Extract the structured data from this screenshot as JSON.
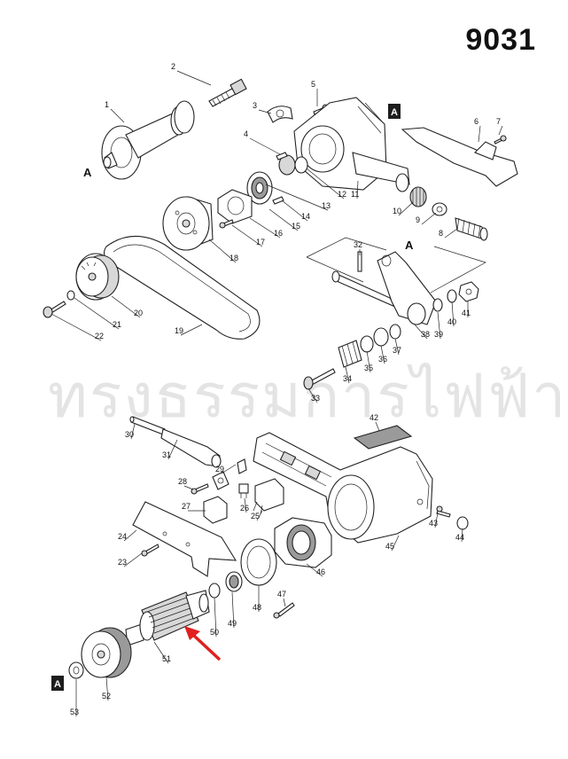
{
  "model_number": "9031",
  "watermark": "ทรงธรรมการไฟฟ้า",
  "marker_letter": "A",
  "part_numbers": [
    "1",
    "2",
    "3",
    "4",
    "5",
    "6",
    "7",
    "8",
    "9",
    "10",
    "11",
    "12",
    "13",
    "14",
    "15",
    "16",
    "17",
    "18",
    "19",
    "20",
    "21",
    "22",
    "23",
    "24",
    "25",
    "26",
    "27",
    "28",
    "29",
    "30",
    "31",
    "32",
    "33",
    "34",
    "35",
    "36",
    "37",
    "38",
    "39",
    "40",
    "41",
    "42",
    "43",
    "44",
    "45",
    "46",
    "47",
    "48",
    "49",
    "50",
    "51",
    "52",
    "53"
  ],
  "colors": {
    "arrow": "#e02020",
    "ink": "#222222",
    "watermark": "#e4e4e4"
  }
}
